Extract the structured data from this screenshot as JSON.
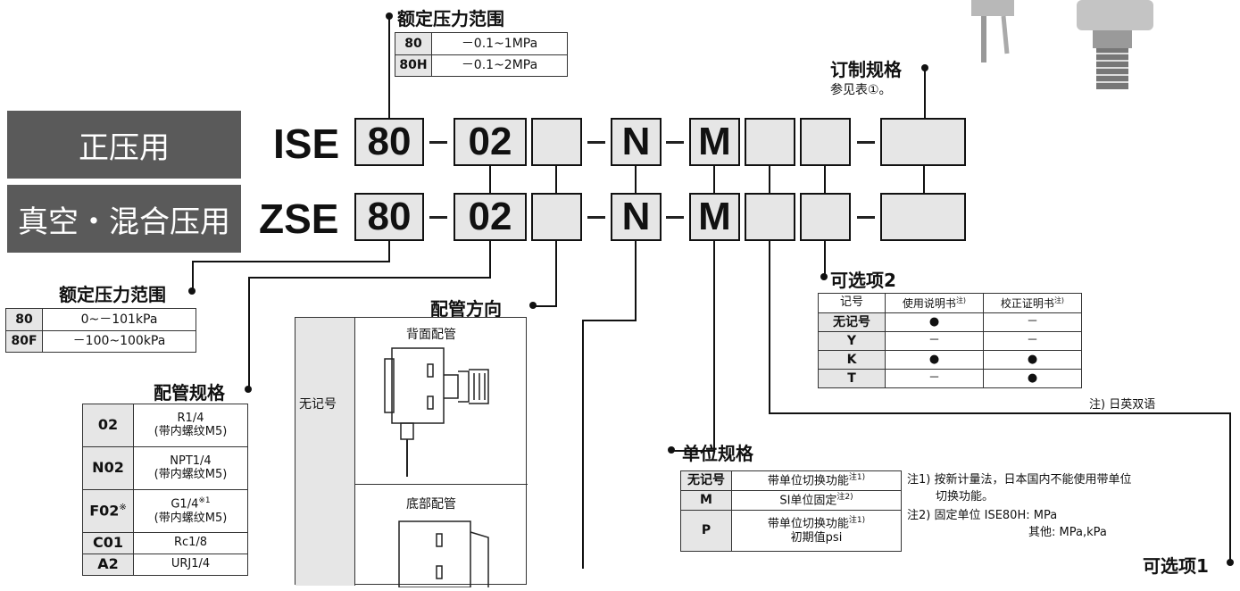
{
  "rated_range_top": {
    "title": "额定压力范围",
    "rows": [
      {
        "code": "80",
        "value": "－0.1~1MPa"
      },
      {
        "code": "80H",
        "value": "－0.1~2MPa"
      }
    ]
  },
  "custom_spec": {
    "title": "订制规格",
    "sub": "参见表①。"
  },
  "series": [
    {
      "label": "正压用",
      "prefix": "ISE",
      "c1": "80",
      "c2": "02",
      "c3": "N",
      "c4": "M"
    },
    {
      "label": "真空・混合压用",
      "prefix": "ZSE",
      "c1": "80",
      "c2": "02",
      "c3": "N",
      "c4": "M"
    }
  ],
  "rated_range_bottom": {
    "title": "额定压力范围",
    "rows": [
      {
        "code": "80",
        "value": "0~－101kPa"
      },
      {
        "code": "80F",
        "value": "－100~100kPa"
      }
    ]
  },
  "piping_spec": {
    "title": "配管规格",
    "rows": [
      {
        "code": "02",
        "mark": "",
        "value": "R1/4",
        "value_mark": "",
        "sub": "(带内螺纹M5)"
      },
      {
        "code": "N02",
        "mark": "",
        "value": "NPT1/4",
        "value_mark": "",
        "sub": "(带内螺纹M5)"
      },
      {
        "code": "F02",
        "mark": "※",
        "value": "G1/4",
        "value_mark": "※1",
        "sub": "(带内螺纹M5)"
      },
      {
        "code": "C01",
        "mark": "",
        "value": "Rc1/8",
        "value_mark": "",
        "sub": ""
      },
      {
        "code": "A2",
        "mark": "",
        "value": "URJ1/4",
        "value_mark": "",
        "sub": ""
      }
    ]
  },
  "piping_direction": {
    "title": "配管方向",
    "row_label": "无记号",
    "back": "背面配管",
    "bottom": "底部配管"
  },
  "option2": {
    "title": "可选项2",
    "headers": [
      "记号",
      "使用说明书",
      "校正证明书"
    ],
    "header_note": "注)",
    "rows": [
      {
        "code": "无记号",
        "manual": "●",
        "cert": "－"
      },
      {
        "code": "Y",
        "manual": "－",
        "cert": "－"
      },
      {
        "code": "K",
        "manual": "●",
        "cert": "●"
      },
      {
        "code": "T",
        "manual": "－",
        "cert": "●"
      }
    ],
    "note": "注) 日英双语"
  },
  "unit_spec": {
    "title": "单位规格",
    "rows": [
      {
        "code": "无记号",
        "desc": "带单位切换功能",
        "desc_note": "注1)",
        "sub": ""
      },
      {
        "code": "M",
        "desc": "SI单位固定",
        "desc_note": "注2)",
        "sub": ""
      },
      {
        "code": "P",
        "desc": "带单位切换功能",
        "desc_note": "注1)",
        "sub": "初期值psi"
      }
    ],
    "notes": [
      "注1) 按新计量法，日本国内不能使用带单位",
      "切换功能。",
      "注2) 固定单位   ISE80H: MPa",
      "其他: MPa,kPa"
    ]
  },
  "option1": {
    "title": "可选项1"
  },
  "colors": {
    "label_bg": "#5a5a5a",
    "code_bg": "#e6e6e6"
  }
}
